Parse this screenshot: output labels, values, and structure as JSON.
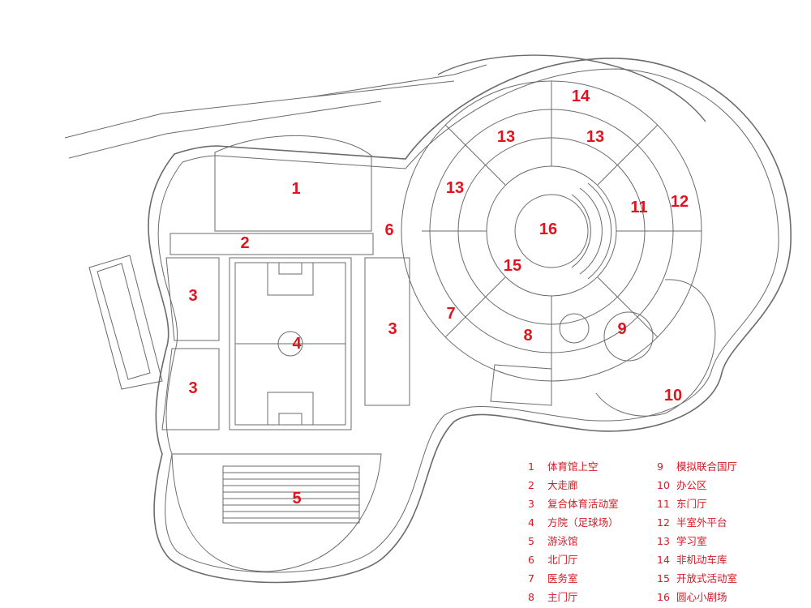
{
  "colors": {
    "label": "#e0141e",
    "legend": "#d41a24",
    "line": "#6b6b6b",
    "fill": "#ffffff"
  },
  "zones": [
    {
      "n": "1"
    },
    {
      "n": "2"
    },
    {
      "n": "3"
    },
    {
      "n": "3"
    },
    {
      "n": "3"
    },
    {
      "n": "4"
    },
    {
      "n": "5"
    },
    {
      "n": "6"
    },
    {
      "n": "7"
    },
    {
      "n": "8"
    },
    {
      "n": "9"
    },
    {
      "n": "10"
    },
    {
      "n": "11"
    },
    {
      "n": "12"
    },
    {
      "n": "13"
    },
    {
      "n": "13"
    },
    {
      "n": "13"
    },
    {
      "n": "14"
    },
    {
      "n": "15"
    },
    {
      "n": "16"
    }
  ],
  "legend": {
    "left": [
      {
        "n": "1",
        "t": "体育馆上空"
      },
      {
        "n": "2",
        "t": "大走廊"
      },
      {
        "n": "3",
        "t": "复合体育活动室"
      },
      {
        "n": "4",
        "t": "方院（足球场）"
      },
      {
        "n": "5",
        "t": "游泳馆"
      },
      {
        "n": "6",
        "t": "北门厅"
      },
      {
        "n": "7",
        "t": "医务室"
      },
      {
        "n": "8",
        "t": "主门厅"
      }
    ],
    "right": [
      {
        "n": "9",
        "t": "模拟联合国厅"
      },
      {
        "n": "10",
        "t": "办公区"
      },
      {
        "n": "11",
        "t": "东门厅"
      },
      {
        "n": "12",
        "t": "半室外平台"
      },
      {
        "n": "13",
        "t": "学习室"
      },
      {
        "n": "14",
        "t": "非机动车库"
      },
      {
        "n": "15",
        "t": "开放式活动室"
      },
      {
        "n": "16",
        "t": "圆心小剧场"
      }
    ]
  }
}
